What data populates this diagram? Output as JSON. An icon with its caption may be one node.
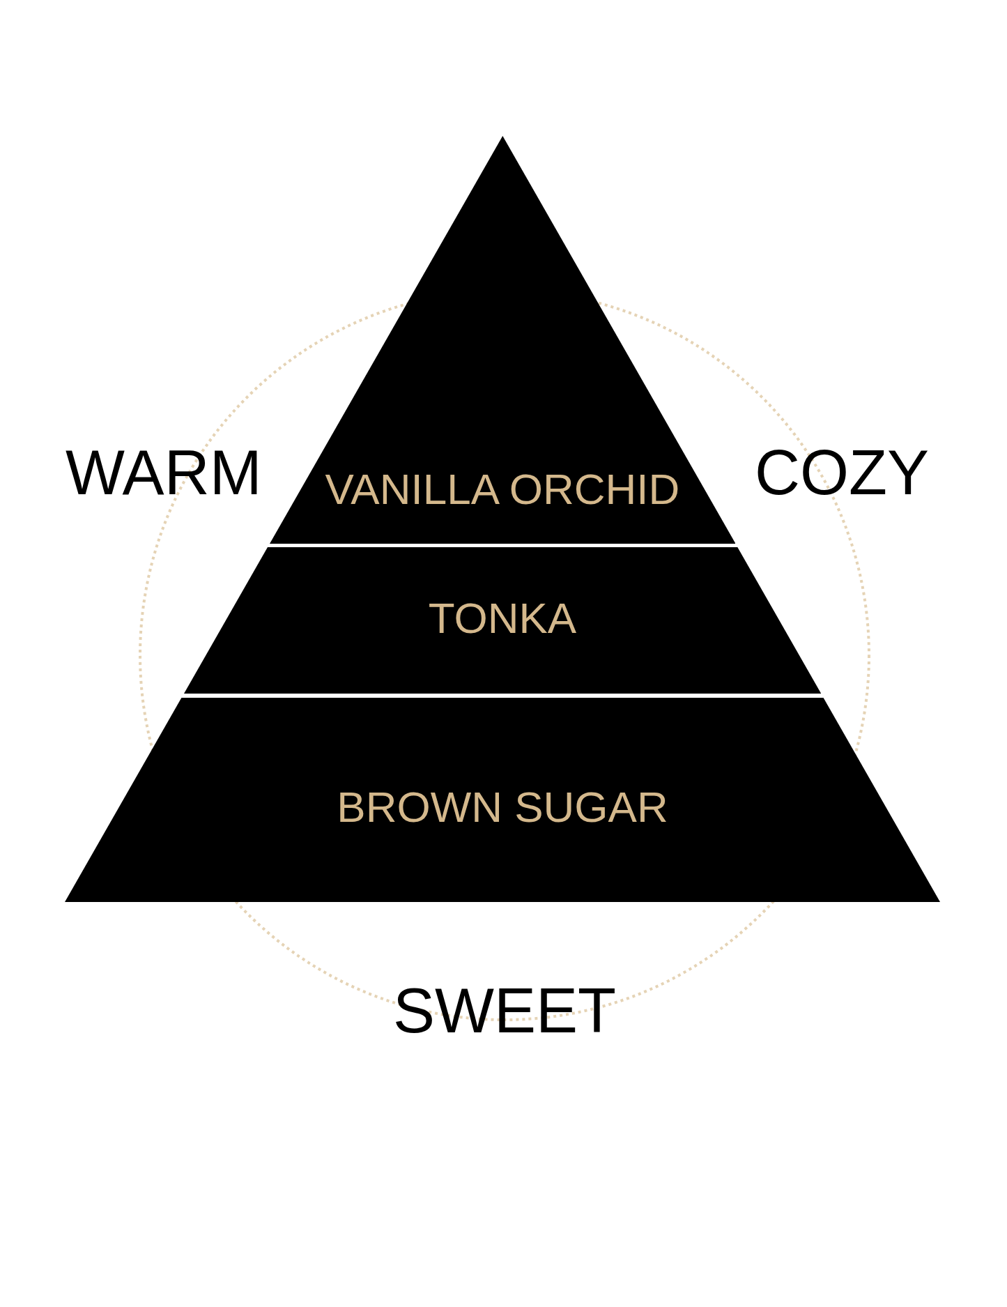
{
  "diagram": {
    "nodes": [
      {
        "text": [
          "VANILLA ORCHID"
        ]
      },
      {
        "text": [
          "TONKA"
        ]
      },
      {
        "text": [
          "BROWN SUGAR"
        ]
      }
    ],
    "labels": [
      "WARM",
      "COZY",
      "SWEET"
    ]
  }
}
